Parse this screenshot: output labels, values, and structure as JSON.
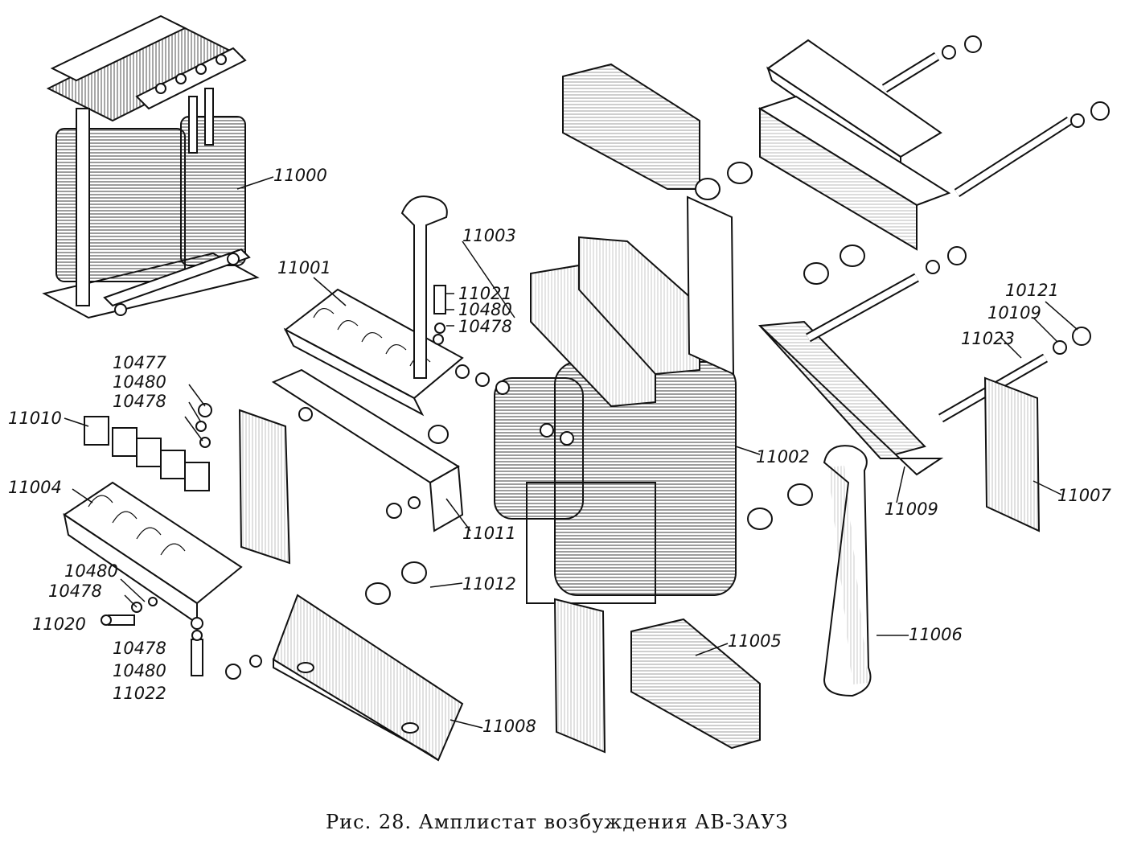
{
  "caption": "Рис. 28. Амплистат возбуждения АВ-ЗАУЗ",
  "labels": {
    "l11000": "11000",
    "l11001": "11001",
    "l11002": "11002",
    "l11003": "11003",
    "l11004": "11004",
    "l11005": "11005",
    "l11006": "11006",
    "l11007": "11007",
    "l11008": "11008",
    "l11009": "11009",
    "l11010": "11010",
    "l11011": "11011",
    "l11012": "11012",
    "l11020": "11020",
    "l11021": "11021",
    "l11022": "11022",
    "l11023": "11023",
    "l10121": "10121",
    "l10109": "10109",
    "l10477": "10477",
    "l10480a": "10480",
    "l10478a": "10478",
    "l10480b": "10480",
    "l10478b": "10478",
    "l10480c": "10480",
    "l10478c": "10478",
    "l10480d": "10480",
    "l10478d": "10478"
  }
}
